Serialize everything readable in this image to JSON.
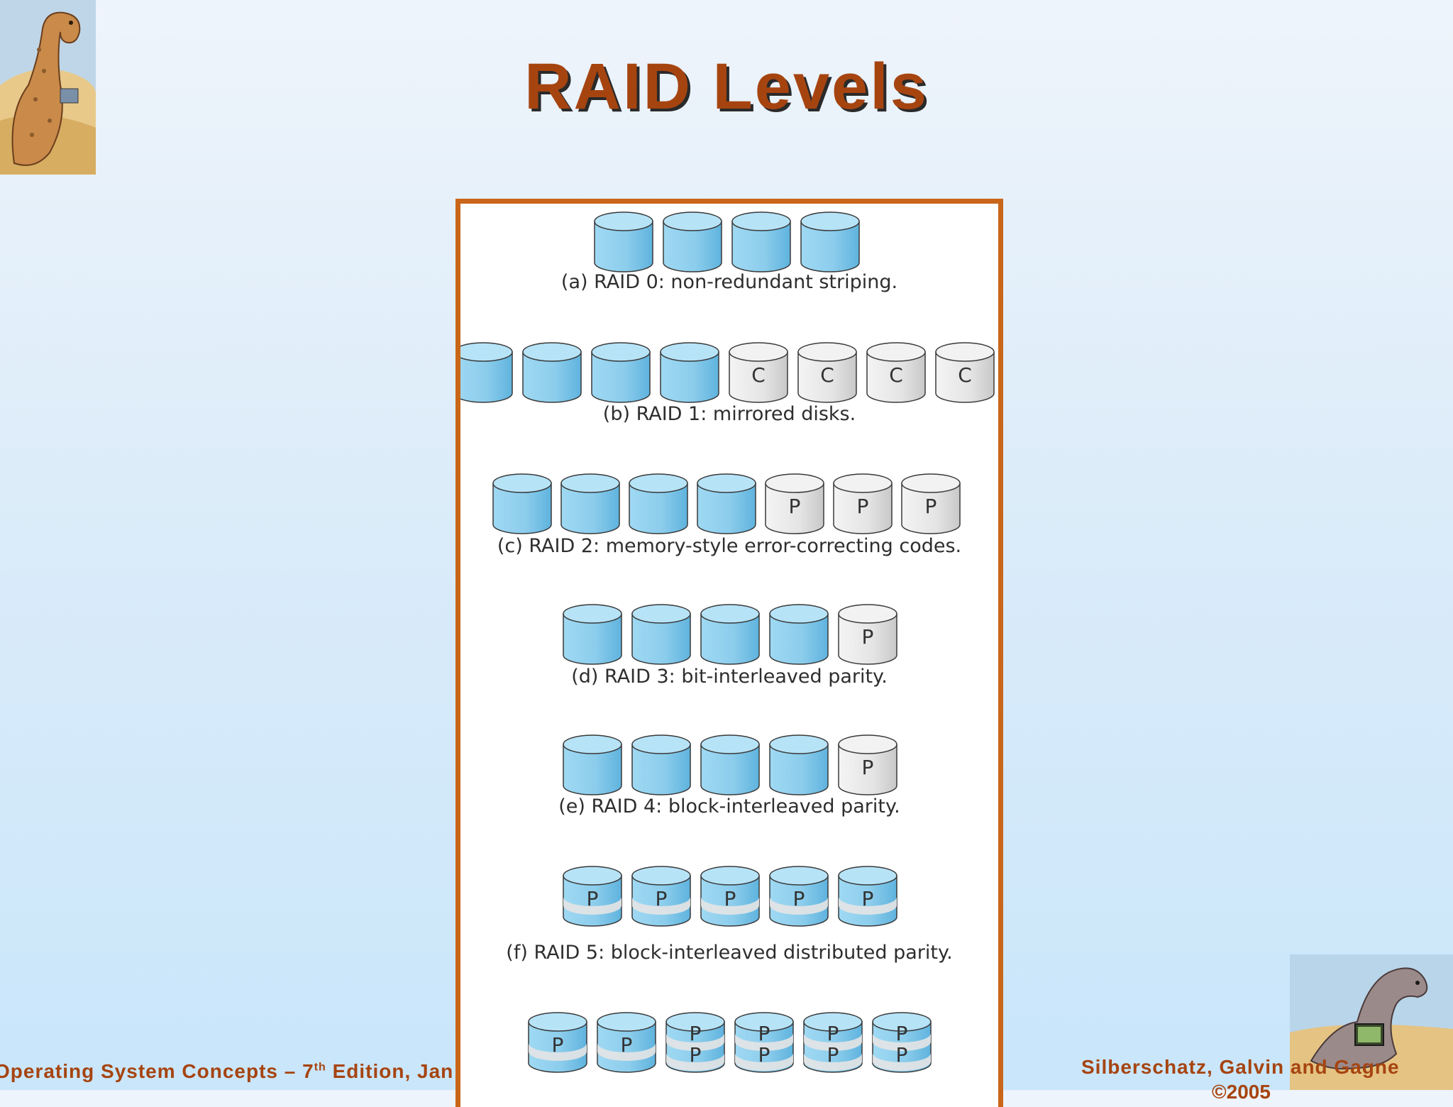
{
  "title": "RAID Levels",
  "figure": {
    "rows": [
      {
        "caption": "(a) RAID 0: non-redundant striping.",
        "disks": [
          "",
          "",
          "",
          ""
        ],
        "types": [
          "data",
          "data",
          "data",
          "data"
        ]
      },
      {
        "caption": "(b) RAID 1: mirrored disks.",
        "disks": [
          "",
          "",
          "",
          "",
          "C",
          "C",
          "C",
          "C"
        ],
        "types": [
          "data",
          "data",
          "data",
          "data",
          "copy",
          "copy",
          "copy",
          "copy"
        ]
      },
      {
        "caption": "(c) RAID 2: memory-style error-correcting codes.",
        "disks": [
          "",
          "",
          "",
          "",
          "P",
          "P",
          "P"
        ],
        "types": [
          "data",
          "data",
          "data",
          "data",
          "parity",
          "parity",
          "parity"
        ]
      },
      {
        "caption": "(d) RAID 3: bit-interleaved parity.",
        "disks": [
          "",
          "",
          "",
          "",
          "P"
        ],
        "types": [
          "data",
          "data",
          "data",
          "data",
          "parity"
        ]
      },
      {
        "caption": "(e) RAID 4: block-interleaved parity.",
        "disks": [
          "",
          "",
          "",
          "",
          "P"
        ],
        "types": [
          "data",
          "data",
          "data",
          "data",
          "parity"
        ]
      },
      {
        "caption": "(f) RAID 5: block-interleaved distributed parity.",
        "disks": [
          "P",
          "P",
          "P",
          "P",
          "P"
        ],
        "types": [
          "mixed",
          "mixed",
          "mixed",
          "mixed",
          "mixed"
        ]
      },
      {
        "caption": "",
        "disks": [
          "P",
          "P",
          "P P",
          "P P",
          "P P",
          "P P"
        ],
        "types": [
          "mixed",
          "mixed",
          "mixed2",
          "mixed2",
          "mixed2",
          "mixed2"
        ]
      }
    ]
  },
  "footer": {
    "book": "Operating System Concepts – 7",
    "th": "th",
    "edition": " Edition, Jan",
    "authors": "Silberschatz, Galvin and Gagne",
    "copyright": "©2005"
  },
  "colors": {
    "accent": "#a64410",
    "frame": "#c9661a",
    "disk_data": "#8fd0ee",
    "disk_parity": "#e6e6e6"
  }
}
